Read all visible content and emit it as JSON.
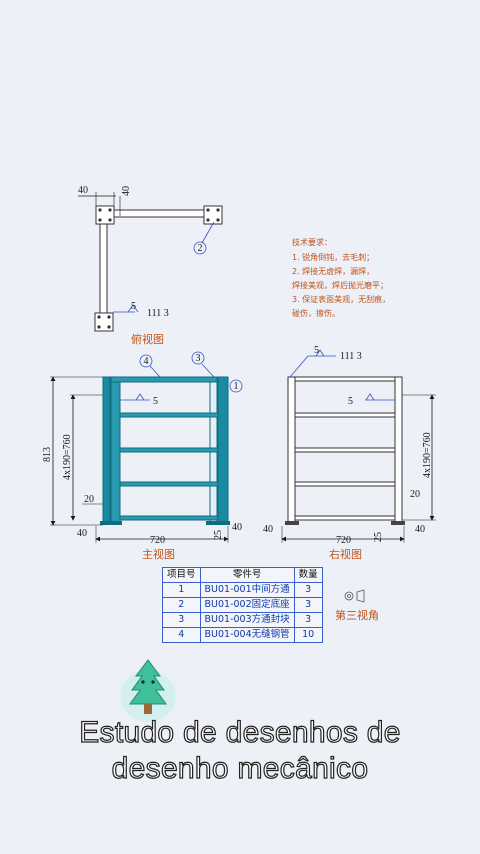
{
  "views": {
    "top": "俯视图",
    "front": "主视图",
    "right": "右视图",
    "third_angle": "第三视角"
  },
  "tech_requirements": [
    "技术要求：",
    "1. 锐角倒钝，去毛刺；",
    "2. 焊接无虚焊，漏焊，",
    "焊接美观，焊后抛光磨平；",
    "3. 保证表面美观，无刮痕，",
    "碰伤，擦伤。"
  ],
  "dimensions": {
    "d40": "40",
    "d720": "720",
    "d813": "813",
    "d_spacing": "4x190=760",
    "d20": "20",
    "d25": "25",
    "d5": "5",
    "d111_3": "111 3"
  },
  "callouts": [
    "1",
    "2",
    "3",
    "4"
  ],
  "table": {
    "headers": [
      "项目号",
      "零件号",
      "数量"
    ],
    "rows": [
      [
        "1",
        "BU01-001中间方通",
        "3"
      ],
      [
        "2",
        "BU01-002固定底座",
        "3"
      ],
      [
        "3",
        "BU01-003方通封块",
        "3"
      ],
      [
        "4",
        "BU01-004无缝钢管",
        "10"
      ]
    ]
  },
  "caption": {
    "line1": "Estudo de desenhos de",
    "line2": "desenho mecânico"
  },
  "colors": {
    "frame": "#1a8aa0",
    "frame_dark": "#0e6d80",
    "shelf": "#2a9ab0",
    "accent": "#c0541a",
    "leader": "#2f52c9"
  }
}
